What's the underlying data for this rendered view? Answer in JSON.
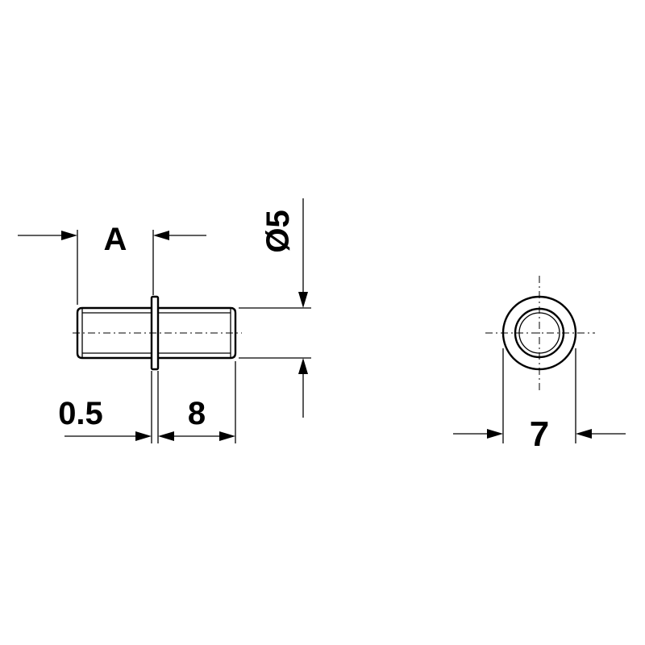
{
  "drawing": {
    "side_view": {
      "dimensions": {
        "length_a": "A",
        "diameter": "Ø5",
        "flange_thickness": "0.5",
        "pin_length": "8"
      }
    },
    "end_view": {
      "dimensions": {
        "flange_diameter": "7"
      }
    },
    "colors": {
      "line": "#000000",
      "background": "#ffffff"
    }
  }
}
